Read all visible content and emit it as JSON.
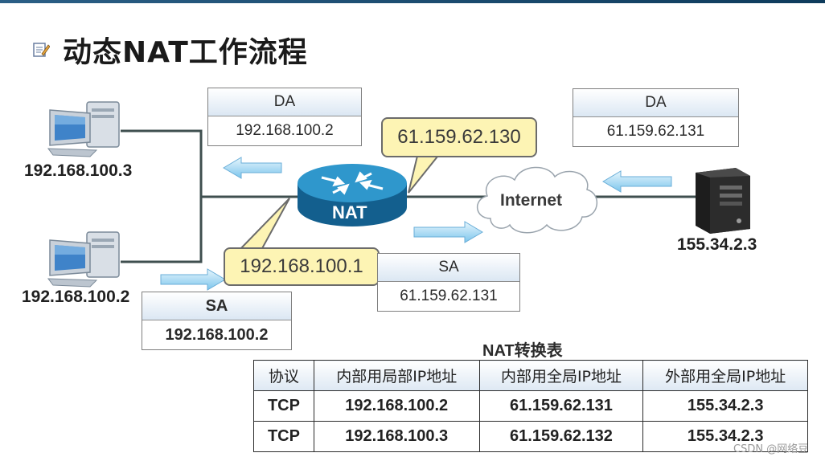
{
  "title": "动态NAT工作流程",
  "hosts": {
    "host1": "192.168.100.3",
    "host2": "192.168.100.2",
    "server": "155.34.2.3"
  },
  "router_label": "NAT",
  "cloud_label": "Internet",
  "callouts": {
    "public_ip": "61.159.62.130",
    "private_ip": "192.168.100.1"
  },
  "boxes": {
    "da_left": {
      "header": "DA",
      "value": "192.168.100.2"
    },
    "da_right": {
      "header": "DA",
      "value": "61.159.62.131"
    },
    "sa_mid": {
      "header": "SA",
      "value": "61.159.62.131"
    },
    "sa_left": {
      "header": "SA",
      "value": "192.168.100.2"
    }
  },
  "nat_table": {
    "title": "NAT转换表",
    "headers": [
      "协议",
      "内部用局部IP地址",
      "内部用全局IP地址",
      "外部用全局IP地址"
    ],
    "rows": [
      [
        "TCP",
        "192.168.100.2",
        "61.159.62.131",
        "155.34.2.3"
      ],
      [
        "TCP",
        "192.168.100.3",
        "61.159.62.132",
        "155.34.2.3"
      ]
    ]
  },
  "watermark": "CSDN @网络豆",
  "colors": {
    "line": "#3f4f4f",
    "arrow": "#8ccff0",
    "callout": "#fdf4b4",
    "router": "#1c7fb0"
  }
}
